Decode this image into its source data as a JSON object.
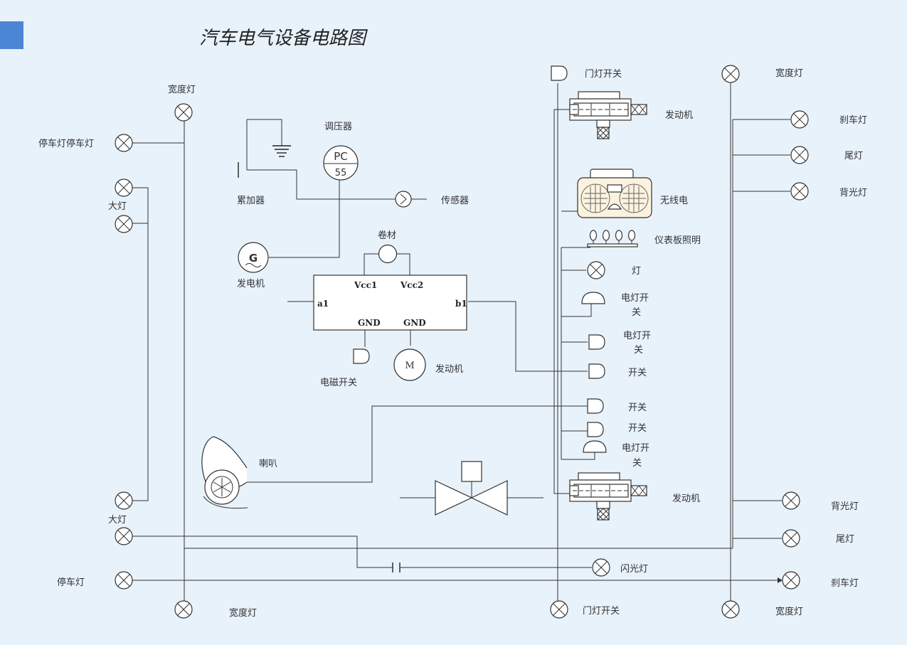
{
  "title": "汽车电气设备电路图",
  "labels": {
    "wide_lamp_top_left": "宽度灯",
    "stop_lamp_top_left": "停车灯停车灯",
    "headlight_upper": "大灯",
    "regulator": "调压器",
    "pc_top": "PC",
    "pc_bottom": "55",
    "accumulator": "累加器",
    "sensor": "传感器",
    "generator": "发电机",
    "generator_symbol": "G",
    "coil": "卷材",
    "vcc1": "Vcc1",
    "vcc2": "Vcc2",
    "a1": "a1",
    "b1": "b1",
    "gnd1": "GND",
    "gnd2": "GND",
    "solenoid_switch": "电磁开关",
    "motor_symbol": "M",
    "motor_center": "发动机",
    "horn": "喇叭",
    "headlight_lower": "大灯",
    "stop_lamp_bottom_left": "停车灯",
    "wide_lamp_bottom_left": "宽度灯",
    "flash_lamp": "闪光灯",
    "door_switch_top": "门灯开关",
    "engine_top": "发动机",
    "radio": "无线电",
    "dashboard_light": "仪表板照明",
    "lamp": "灯",
    "light_switch_1a": "电灯开",
    "light_switch_1b": "关",
    "light_switch_2a": "电灯开",
    "light_switch_2b": "关",
    "switch_1": "开关",
    "switch_2": "开关",
    "switch_3": "开关",
    "light_switch_3a": "电灯开",
    "light_switch_3b": "关",
    "engine_bottom": "发动机",
    "door_switch_bottom": "门灯开关",
    "wide_lamp_top_right": "宽度灯",
    "brake_lamp_top": "刹车灯",
    "tail_lamp_top": "尾灯",
    "backlight_top": "背光灯",
    "backlight_bottom": "背光灯",
    "tail_lamp_bottom": "尾灯",
    "brake_lamp_bottom": "刹车灯",
    "wide_lamp_bottom_right": "宽度灯"
  },
  "colors": {
    "background": "#e8f2fb",
    "accent_block": "#4a86d4",
    "line": "#333333"
  }
}
